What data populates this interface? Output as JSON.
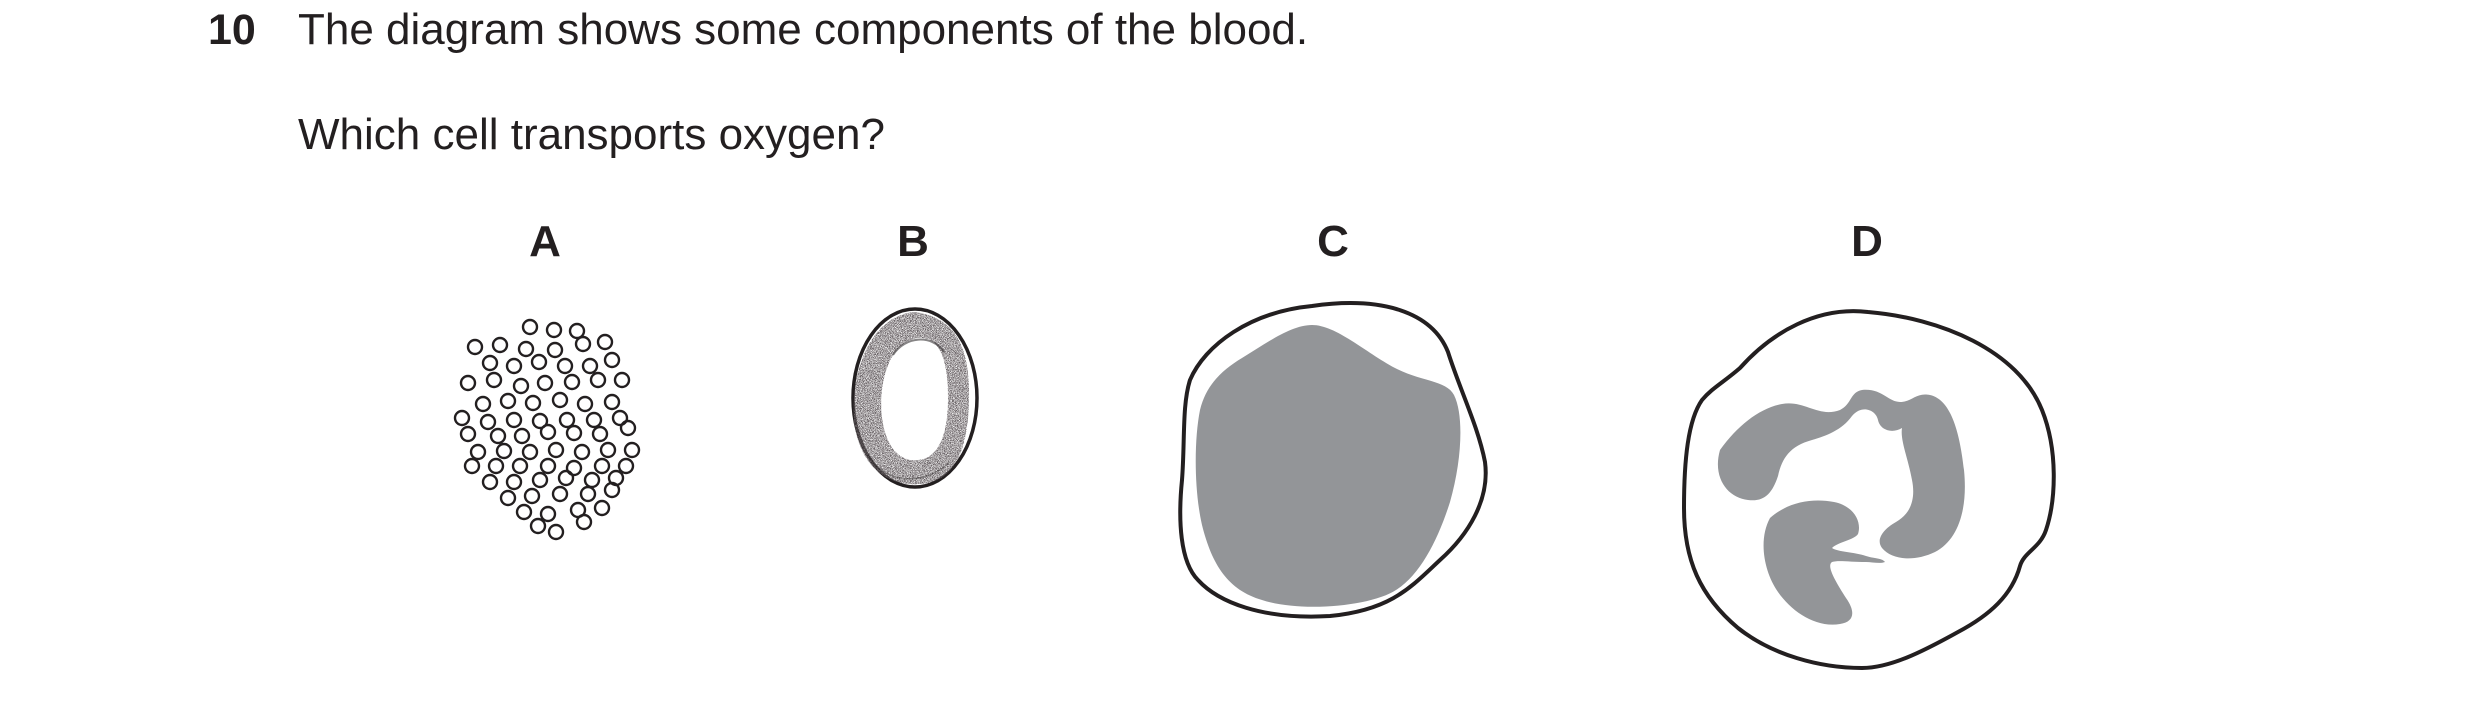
{
  "question": {
    "number": "10",
    "stem": "The diagram shows some components of the blood.",
    "prompt": "Which cell transports oxygen?"
  },
  "options": [
    {
      "letter": "A"
    },
    {
      "letter": "B"
    },
    {
      "letter": "C"
    },
    {
      "letter": "D"
    }
  ],
  "colors": {
    "ink": "#231f20",
    "nucleus_fill": "#939598"
  }
}
